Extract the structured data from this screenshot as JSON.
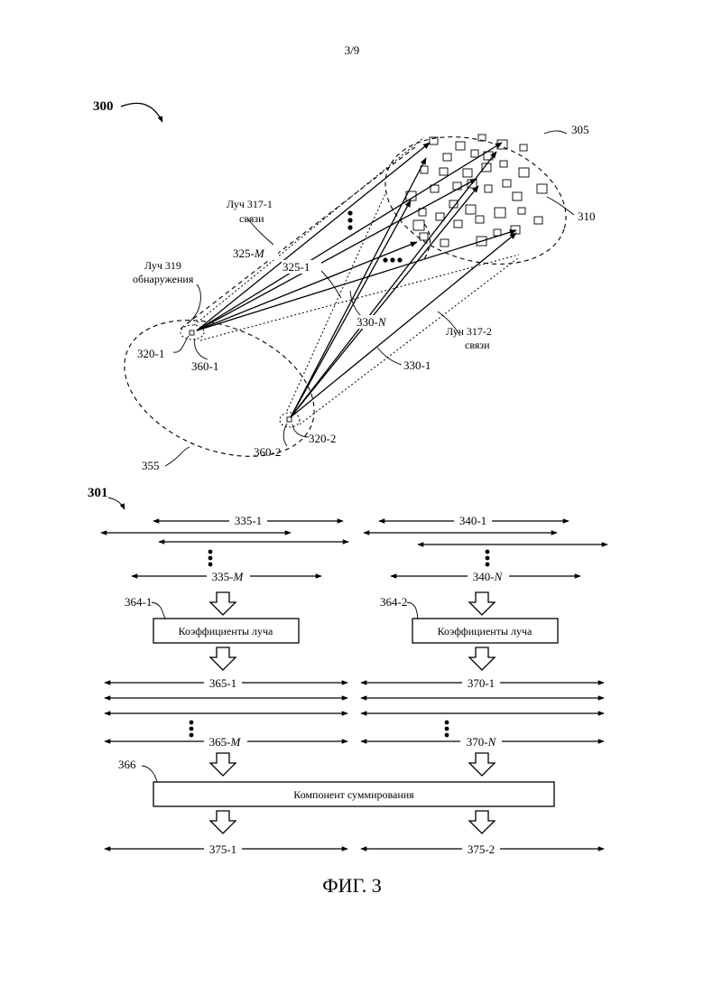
{
  "page_number": "3/9",
  "figure_caption": "ФИГ. 3",
  "diagram_300": {
    "ref": "300",
    "area_label": "305",
    "objects_label": "310",
    "sensing_area_label": "355",
    "beam_317_1_line1": "Луч 317-1",
    "beam_317_1_line2": "связи",
    "beam_317_2_line1": "Луч 317-2",
    "beam_317_2_line2": "связи",
    "beam_319_line1": "Луч 319",
    "beam_319_line2": "обнаружения",
    "ray_325_M_num": "325-",
    "ray_325_M_var": "M",
    "ray_325_1": "325-1",
    "ray_330_N_num": "330-",
    "ray_330_N_var": "N",
    "ray_330_1": "330-1",
    "node_320_1": "320-1",
    "node_360_1": "360-1",
    "node_320_2": "320-2",
    "node_360_2": "360-2"
  },
  "diagram_301": {
    "ref": "301",
    "left": {
      "input_first": "335-1",
      "input_last_num": "335-",
      "input_last_var": "M",
      "coeff_ref": "364-1",
      "coeff_box": "Коэффициенты луча",
      "output_first": "365-1",
      "output_last_num": "365-",
      "output_last_var": "M",
      "result": "375-1"
    },
    "right": {
      "input_first": "340-1",
      "input_last_num": "340-",
      "input_last_var": "N",
      "coeff_ref": "364-2",
      "coeff_box": "Коэффициенты луча",
      "output_first": "370-1",
      "output_last_num": "370-",
      "output_last_var": "N",
      "result": "375-2"
    },
    "sum_ref": "366",
    "sum_box": "Компонент суммирования"
  }
}
